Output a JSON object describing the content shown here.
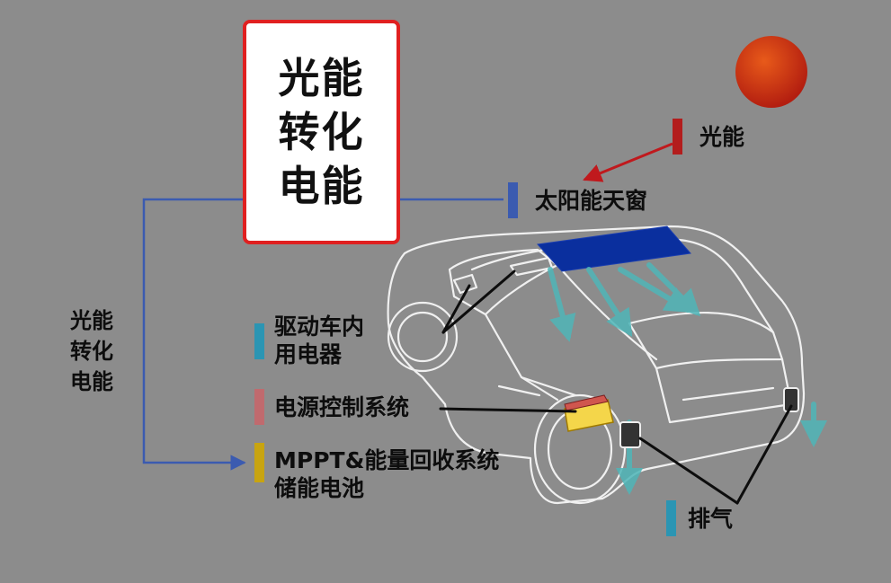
{
  "center_box": {
    "lines": [
      "光能",
      "转化",
      "电能"
    ]
  },
  "left_label": {
    "lines": [
      "光能",
      "转化",
      "电能"
    ]
  },
  "labels": {
    "sunlight": "光能",
    "solar_roof": "太阳能天窗",
    "drive_appliances": [
      "驱动车内",
      "用电器"
    ],
    "power_control": "电源控制系统",
    "mppt_storage": [
      "MPPT&能量回收系统",
      "储能电池"
    ],
    "exhaust": "排气"
  },
  "colors": {
    "background": "#8c8c8c",
    "box_border": "#e02020",
    "connector": "#3b5bb0",
    "sun": "#d8381a",
    "sunlight_arrow": "#c0191d",
    "roof_panel": "#0a2f9e",
    "marker_sunlight": "#b31d1d",
    "marker_roof": "#3b5bb0",
    "marker_drive": "#2b95b3",
    "marker_power": "#c06a6e",
    "marker_mppt": "#c8a410",
    "marker_exhaust": "#2b95b3",
    "flow_arrows": "#4fb6b8",
    "battery": "#f4d64a"
  }
}
